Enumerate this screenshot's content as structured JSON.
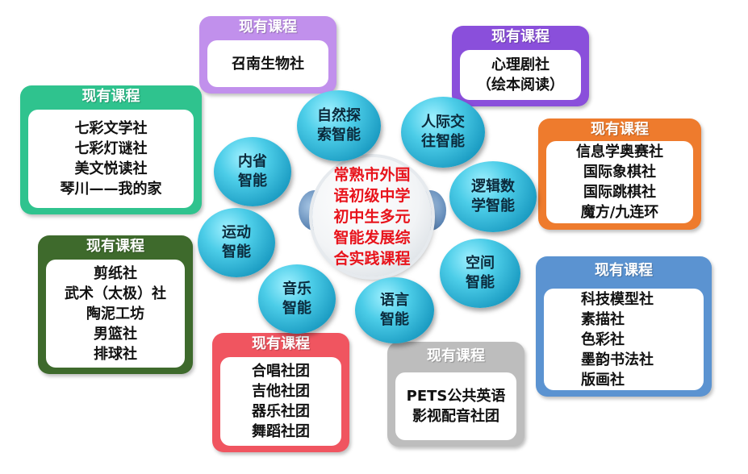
{
  "header_label": "现有课程",
  "center_title": "常熟市外国\n语初级中学\n初中生多元\n智能发展综\n合实践课程",
  "colors": {
    "green": "#2fc38e",
    "darkgreen": "#3e6a2c",
    "lavender": "#c190ec",
    "purple": "#8a4fdb",
    "orange": "#ee7b2d",
    "blue": "#5b93d1",
    "red": "#f05560",
    "gray": "#bdbdbd",
    "center_text": "#e8141c"
  },
  "bubbles": [
    {
      "id": "naturalist",
      "label": "自然探\n索智能"
    },
    {
      "id": "interpersonal",
      "label": "人际交\n往智能"
    },
    {
      "id": "intrapersonal",
      "label": "内省\n智能"
    },
    {
      "id": "logical",
      "label": "逻辑数\n学智能"
    },
    {
      "id": "kinesthetic",
      "label": "运动\n智能"
    },
    {
      "id": "spatial",
      "label": "空间\n智能"
    },
    {
      "id": "musical",
      "label": "音乐\n智能"
    },
    {
      "id": "linguistic",
      "label": "语言\n智能"
    }
  ],
  "cards": [
    {
      "id": "natural",
      "items": [
        "召南生物社"
      ]
    },
    {
      "id": "interpersonal",
      "items": [
        "心理剧社",
        "（绘本阅读）"
      ]
    },
    {
      "id": "linguistic-clubs",
      "items": [
        "七彩文学社",
        "七彩灯谜社",
        "美文悦读社",
        "琴川——我的家"
      ]
    },
    {
      "id": "logical",
      "items": [
        "信息学奥赛社",
        "国际象棋社",
        "国际跳棋社",
        "魔方/九连环"
      ]
    },
    {
      "id": "kinesthetic",
      "items": [
        "剪纸社",
        "武术（太极）社",
        "陶泥工坊",
        "男篮社",
        "排球社"
      ]
    },
    {
      "id": "spatial",
      "items": [
        "科技模型社",
        "素描社",
        "色彩社",
        "墨韵书法社",
        "版画社"
      ]
    },
    {
      "id": "musical",
      "items": [
        "合唱社团",
        "吉他社团",
        "器乐社团",
        "舞蹈社团"
      ]
    },
    {
      "id": "language",
      "items": [
        "PETS公共英语",
        "影视配音社团"
      ]
    }
  ]
}
